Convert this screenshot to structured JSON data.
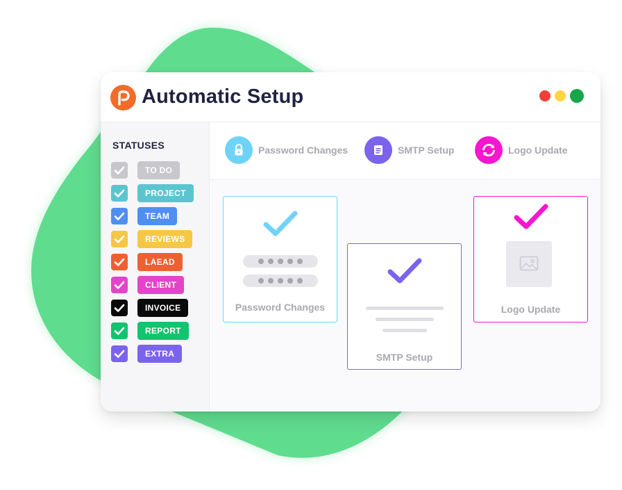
{
  "app": {
    "title": "Automatic Setup",
    "logo_icon": "logo-p-icon",
    "brand_color": "#f26b2a"
  },
  "window_controls": [
    {
      "name": "close",
      "color": "#ee4036"
    },
    {
      "name": "minimize",
      "color": "#fcd53f"
    },
    {
      "name": "maximize",
      "color": "#17a64a"
    }
  ],
  "sidebar": {
    "title": "STATUSES",
    "statuses": [
      {
        "label": "TO DO",
        "color": "#c8c8cc",
        "checked": true
      },
      {
        "label": "PROJECT",
        "color": "#5bc5cf",
        "checked": true
      },
      {
        "label": "TEAM",
        "color": "#4f8ff0",
        "checked": true
      },
      {
        "label": "REVIEWS",
        "color": "#f6c744",
        "checked": true
      },
      {
        "label": "LAEAD",
        "color": "#ef6031",
        "checked": true
      },
      {
        "label": "CLIENT",
        "color": "#e544c8",
        "checked": true
      },
      {
        "label": "INVOICE",
        "color": "#0a0a0a",
        "checked": true
      },
      {
        "label": "REPORT",
        "color": "#12c46e",
        "checked": true
      },
      {
        "label": "EXTRA",
        "color": "#7b63ee",
        "checked": true
      }
    ]
  },
  "tabs": [
    {
      "label": "Password Changes",
      "icon": "lock-icon",
      "color": "#6fd3f7"
    },
    {
      "label": "SMTP Setup",
      "icon": "document-icon",
      "color": "#7b63ee"
    },
    {
      "label": "Logo Update",
      "icon": "refresh-icon",
      "color": "#f516d0"
    }
  ],
  "cards": [
    {
      "label": "Password Changes",
      "icon": "checkmark-icon",
      "color": "#6fd3f7"
    },
    {
      "label": "SMTP Setup",
      "icon": "checkmark-icon",
      "color": "#7b63ee"
    },
    {
      "label": "Logo Update",
      "icon": "checkmark-icon",
      "color": "#f516d0"
    }
  ],
  "background": {
    "blob_color": "#5fdc8e"
  }
}
